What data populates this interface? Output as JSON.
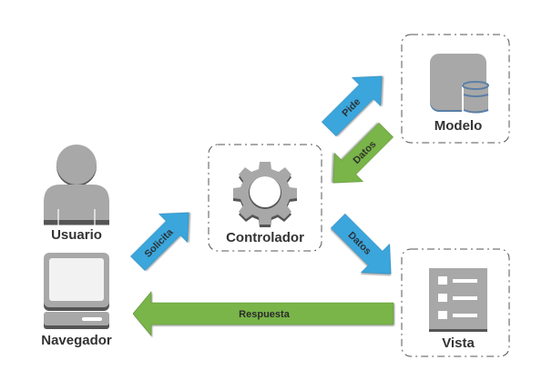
{
  "colors": {
    "request_arrow": "#3ba6dc",
    "response_arrow": "#79b548",
    "icon_gray": "#a8a8a8",
    "icon_dark": "#555555",
    "db_accent": "#5a7fa6",
    "text": "#333333",
    "dash_border": "#555555"
  },
  "nodes": {
    "usuario": {
      "label": "Usuario",
      "icon": "user-icon"
    },
    "navegador": {
      "label": "Navegador",
      "icon": "computer-icon"
    },
    "controlador": {
      "label": "Controlador",
      "icon": "gear-icon"
    },
    "modelo": {
      "label": "Modelo",
      "icon": "database-icon"
    },
    "vista": {
      "label": "Vista",
      "icon": "list-icon"
    }
  },
  "arrows": {
    "solicita": {
      "label": "Solicita",
      "from": "Navegador",
      "to": "Controlador",
      "kind": "request"
    },
    "pide": {
      "label": "Pide",
      "from": "Controlador",
      "to": "Modelo",
      "kind": "request"
    },
    "datos_modelo": {
      "label": "Datos",
      "from": "Modelo",
      "to": "Controlador",
      "kind": "response"
    },
    "datos_vista": {
      "label": "Datos",
      "from": "Controlador",
      "to": "Vista",
      "kind": "request"
    },
    "respuesta": {
      "label": "Respuesta",
      "from": "Vista",
      "to": "Navegador",
      "kind": "response"
    }
  }
}
